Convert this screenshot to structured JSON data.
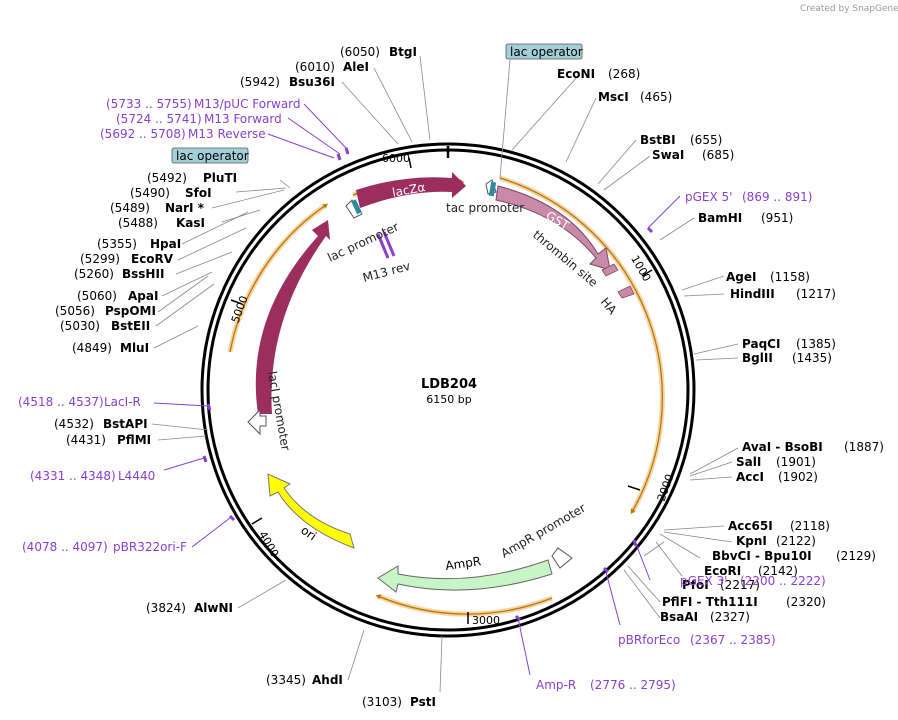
{
  "credit": "Created by  SnapGene",
  "center_name": "LDB204",
  "center_size": "6150 bp",
  "ticks": [
    "1000",
    "2000",
    "3000",
    "4000",
    "5000",
    "6000"
  ],
  "enzymes": [
    {
      "pos": "(6050)",
      "name": "BtgI"
    },
    {
      "pos": "(6010)",
      "name": "AleI"
    },
    {
      "pos": "(5942)",
      "name": "Bsu36I"
    },
    {
      "pos": "(5492)",
      "name": "PluTI"
    },
    {
      "pos": "(5490)",
      "name": "SfoI"
    },
    {
      "pos": "(5489)",
      "name": "NarI *"
    },
    {
      "pos": "(5488)",
      "name": "KasI"
    },
    {
      "pos": "(5355)",
      "name": "HpaI"
    },
    {
      "pos": "(5299)",
      "name": "EcoRV"
    },
    {
      "pos": "(5260)",
      "name": "BssHII"
    },
    {
      "pos": "(5060)",
      "name": "ApaI"
    },
    {
      "pos": "(5056)",
      "name": "PspOMI"
    },
    {
      "pos": "(5030)",
      "name": "BstEII"
    },
    {
      "pos": "(4849)",
      "name": "MluI"
    },
    {
      "pos": "(4532)",
      "name": "BstAPI"
    },
    {
      "pos": "(4431)",
      "name": "PflMI"
    },
    {
      "pos": "(3824)",
      "name": "AlwNI"
    },
    {
      "pos": "(3345)",
      "name": "AhdI"
    },
    {
      "pos": "(3103)",
      "name": "PstI"
    },
    {
      "pos": "(268)",
      "name": "EcoNI"
    },
    {
      "pos": "(465)",
      "name": "MscI"
    },
    {
      "pos": "(655)",
      "name": "BstBI"
    },
    {
      "pos": "(685)",
      "name": "SwaI"
    },
    {
      "pos": "(951)",
      "name": "BamHI"
    },
    {
      "pos": "(1158)",
      "name": "AgeI"
    },
    {
      "pos": "(1217)",
      "name": "HindIII"
    },
    {
      "pos": "(1385)",
      "name": "PaqCI"
    },
    {
      "pos": "(1435)",
      "name": "BglII"
    },
    {
      "pos": "(1887)",
      "name": "AvaI  - BsoBI"
    },
    {
      "pos": "(1901)",
      "name": "SalI"
    },
    {
      "pos": "(1902)",
      "name": "AccI"
    },
    {
      "pos": "(2118)",
      "name": "Acc65I"
    },
    {
      "pos": "(2122)",
      "name": "KpnI"
    },
    {
      "pos": "(2129)",
      "name": "BbvCI  - Bpu10I"
    },
    {
      "pos": "(2142)",
      "name": "EcoRI"
    },
    {
      "pos": "(2217)",
      "name": "PfoI"
    },
    {
      "pos": "(2320)",
      "name": "PflFI  - Tth111I"
    },
    {
      "pos": "(2327)",
      "name": "BsaAI"
    }
  ],
  "primers": [
    {
      "range": "(5733 .. 5755)",
      "name": "M13/pUC Forward"
    },
    {
      "range": "(5724 .. 5741)",
      "name": "M13 Forward"
    },
    {
      "range": "(5692 .. 5708)",
      "name": "M13 Reverse"
    },
    {
      "range": "(869 .. 891)",
      "name": "pGEX 5'"
    },
    {
      "range": "(4518 .. 4537)",
      "name": "LacI-R"
    },
    {
      "range": "(4331 .. 4348)",
      "name": "L4440"
    },
    {
      "range": "(4078 .. 4097)",
      "name": "pBR322ori-F"
    },
    {
      "range": "(2200 .. 2222)",
      "name": "pGEX 3'"
    },
    {
      "range": "(2367 .. 2385)",
      "name": "pBRforEco"
    },
    {
      "range": "(2776 .. 2795)",
      "name": "Amp-R"
    }
  ],
  "boxed_labels": [
    "lac operator",
    "lac operator"
  ],
  "features": {
    "lacZa": "lacZα",
    "lacI": "lacI",
    "GST": "GST",
    "ori": "ori",
    "AmpR": "AmpR",
    "tac_promoter": "tac promoter",
    "lac_promoter": "lac promoter",
    "lacI_promoter": "lacI promoter",
    "AmpR_promoter": "AmpR promoter",
    "M13_rev": "M13 rev",
    "thrombin_site": "thrombin site",
    "HA": "HA"
  },
  "colors": {
    "lacZa": "#9b2d5f",
    "lacI": "#9b2d5f",
    "GST": "#c98aa9",
    "ori": "#ffff00",
    "AmpR": "#c8f5c8",
    "primer": "#8a3fcf",
    "operator_box": "#a3cfd9",
    "orf_arc": "#e8b86a"
  }
}
